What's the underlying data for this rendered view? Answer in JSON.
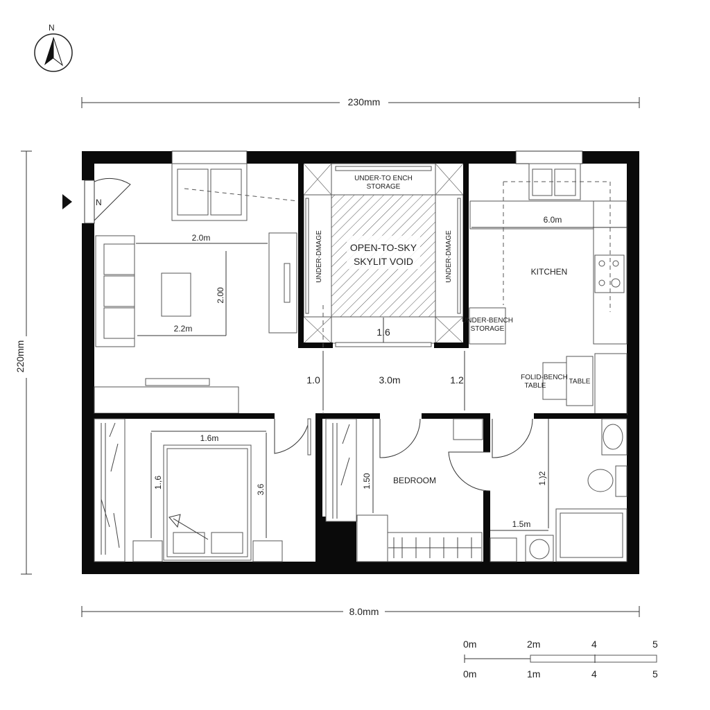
{
  "north": {
    "label": "N"
  },
  "dimensions": {
    "top": "230mm",
    "left": "220mm",
    "bottom": "8.0mm"
  },
  "entry": {
    "label": "N"
  },
  "living": {
    "width1": "2.0m",
    "width2": "2.2m",
    "height": "2.00"
  },
  "void": {
    "title1": "OPEN-TO-SKY",
    "title2": "SKYLIT VOID",
    "top_storage1": "UNDER-TO ENCH",
    "top_storage2": "STORAGE",
    "side_left": "UNDER-DMAGE",
    "side_right": "UNDER-DMAGE",
    "depth": "1.6",
    "dim_left": "1.0",
    "dim_center": "3.0m",
    "dim_right": "1.2"
  },
  "kitchen": {
    "label": "KITCHEN",
    "width": "6.0m",
    "storage1": "UNDER-BENCH",
    "storage2": "STORAGE",
    "folding1": "FOLID-BENCH",
    "folding2": "TABLE",
    "table": "TABLE"
  },
  "bedroom1": {
    "width": "1.6m",
    "left_dim": "1.,6",
    "right_dim": "3.6"
  },
  "bedroom2": {
    "label": "BEDROOM",
    "dim": "1.50"
  },
  "bathroom": {
    "height": "1.)2",
    "width": "1.5m"
  },
  "scale_bar": {
    "top_labels": [
      "0m",
      "2m",
      "4",
      "5"
    ],
    "bottom_labels": [
      "0m",
      "1m",
      "4",
      "5"
    ]
  }
}
